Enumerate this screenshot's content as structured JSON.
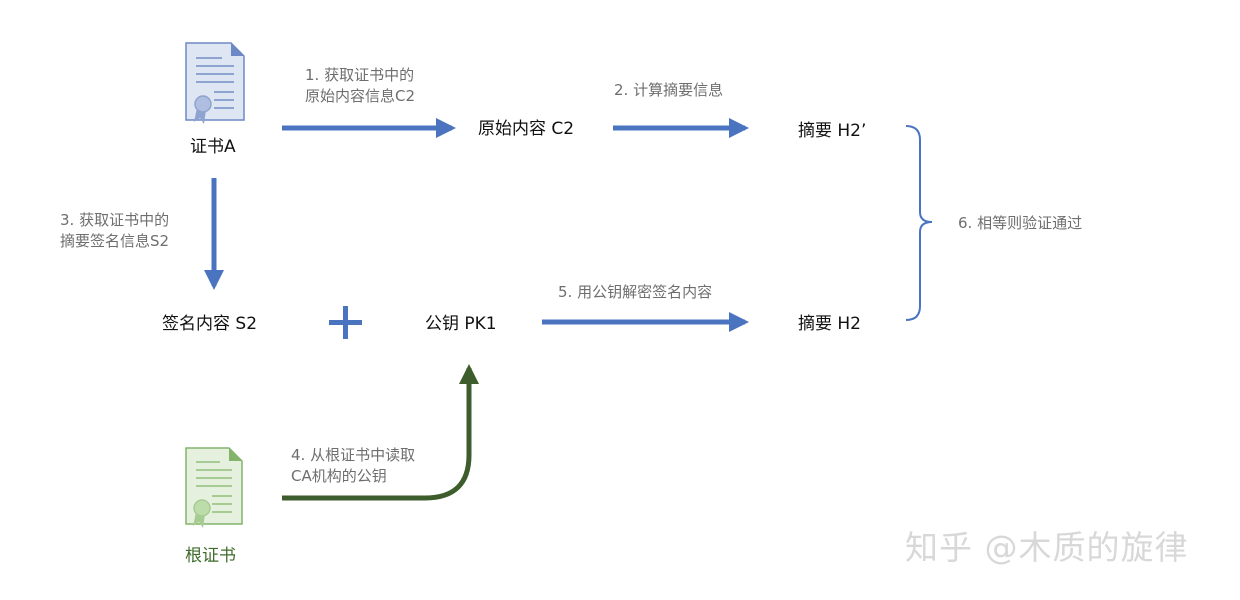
{
  "nodes": {
    "cert_a": "证书A",
    "orig_content": "原始内容 C2",
    "digest_h2p": "摘要 H2’",
    "sig_content": "签名内容 S2",
    "pubkey": "公钥 PK1",
    "digest_h2": "摘要 H2",
    "root_cert": "根证书"
  },
  "plus_sign": "+",
  "steps": {
    "s1_line1": "1. 获取证书中的",
    "s1_line2": "原始内容信息C2",
    "s2": "2. 计算摘要信息",
    "s3_line1": "3. 获取证书中的",
    "s3_line2": "摘要签名信息S2",
    "s4_line1": "4. 从根证书中读取",
    "s4_line2": "CA机构的公钥",
    "s5": "5. 用公钥解密签名内容",
    "s6": "6. 相等则验证通过"
  },
  "watermark": "知乎 @木质的旋律",
  "colors": {
    "blue": "#4b74c0",
    "green": "#3e5d2c",
    "root_label": "#3f6c2c",
    "step_text": "#6e6e6e"
  },
  "icons": {
    "cert_a": "certificate-document-icon",
    "root_cert": "root-certificate-icon"
  }
}
